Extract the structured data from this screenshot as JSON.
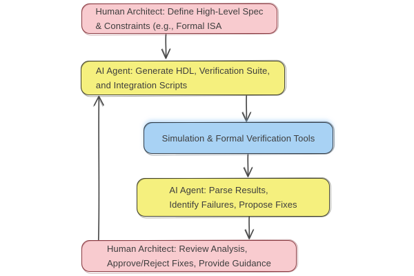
{
  "diagram": {
    "background": "#ffffff",
    "arrow_color": "#4a4a4a",
    "text_color": "#3d3d3d",
    "nodes": [
      {
        "id": "human-define-spec",
        "role": "human",
        "fill": "#f8cbcf",
        "stroke": "#8a3b42",
        "lines": [
          "Human Architect: Define High-Level Spec",
          "& Constraints (e.g., Formal ISA"
        ]
      },
      {
        "id": "ai-generate-hdl",
        "role": "ai",
        "fill": "#f5f07e",
        "stroke": "#41412d",
        "lines": [
          "AI Agent: Generate HDL, Verification Suite,",
          "and Integration Scripts"
        ]
      },
      {
        "id": "simulation-verification-tools",
        "role": "tool",
        "fill": "#a8d2f4",
        "stroke": "#343e49",
        "lines": [
          "Simulation & Formal Verification Tools"
        ]
      },
      {
        "id": "ai-parse-results",
        "role": "ai",
        "fill": "#f5f07e",
        "stroke": "#41412d",
        "lines": [
          "AI Agent: Parse Results,",
          "Identify Failures, Propose Fixes"
        ]
      },
      {
        "id": "human-review",
        "role": "human",
        "fill": "#f8cbcf",
        "stroke": "#8a3b42",
        "lines": [
          "Human Architect: Review Analysis,",
          "Approve/Reject Fixes, Provide Guidance"
        ]
      }
    ],
    "edges": [
      {
        "from": "human-define-spec",
        "to": "ai-generate-hdl",
        "direction": "down"
      },
      {
        "from": "ai-generate-hdl",
        "to": "simulation-verification-tools",
        "direction": "down"
      },
      {
        "from": "simulation-verification-tools",
        "to": "ai-parse-results",
        "direction": "down"
      },
      {
        "from": "ai-parse-results",
        "to": "human-review",
        "direction": "down"
      },
      {
        "from": "human-review",
        "to": "ai-generate-hdl",
        "direction": "up",
        "kind": "feedback-loop"
      }
    ]
  }
}
